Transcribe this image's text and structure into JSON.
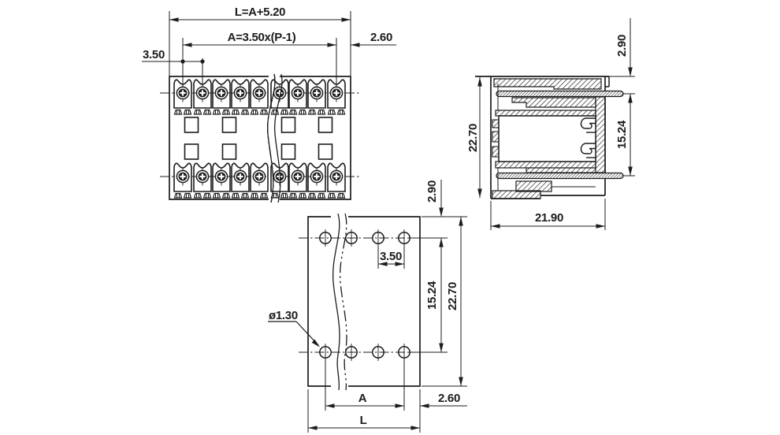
{
  "colors": {
    "line": "#1c1c1c",
    "background": "#ffffff"
  },
  "labels": {
    "front": {
      "length": "L=A+5.20",
      "span": "A=3.50x(P-1)",
      "pitch": "3.50",
      "edge": "2.60"
    },
    "side": {
      "pin_offset": "2.90",
      "height": "22.70",
      "pin_span": "15.24",
      "depth": "21.90"
    },
    "footprint": {
      "row_offset": "2.90",
      "hole_pitch": "3.50",
      "row_span": "15.24",
      "height": "22.70",
      "hole_diameter": "ø1.30",
      "span": "A",
      "length": "L",
      "edge": "2.60"
    }
  }
}
